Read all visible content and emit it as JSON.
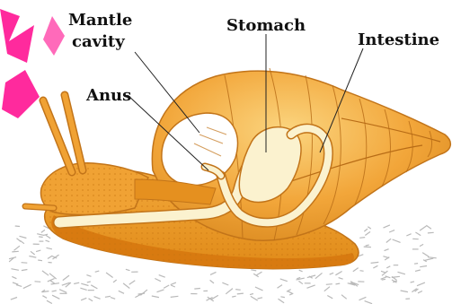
{
  "diagram": {
    "labels": {
      "mantle_cavity": [
        "Mantle",
        "cavity"
      ],
      "anus": "Anus",
      "stomach": "Stomach",
      "intestine": "Intestine"
    }
  },
  "colors": {
    "shell_fill": "#f2a63a",
    "shell_light": "#f8c968",
    "shell_stroke": "#c27419",
    "body_fill": "#e8901e",
    "foot_dark": "#d87a10",
    "gut_fill": "#fbf2cf",
    "ground_hatch": "#b9b9b9",
    "watermark": "#ff1493",
    "label_text": "#111111"
  }
}
